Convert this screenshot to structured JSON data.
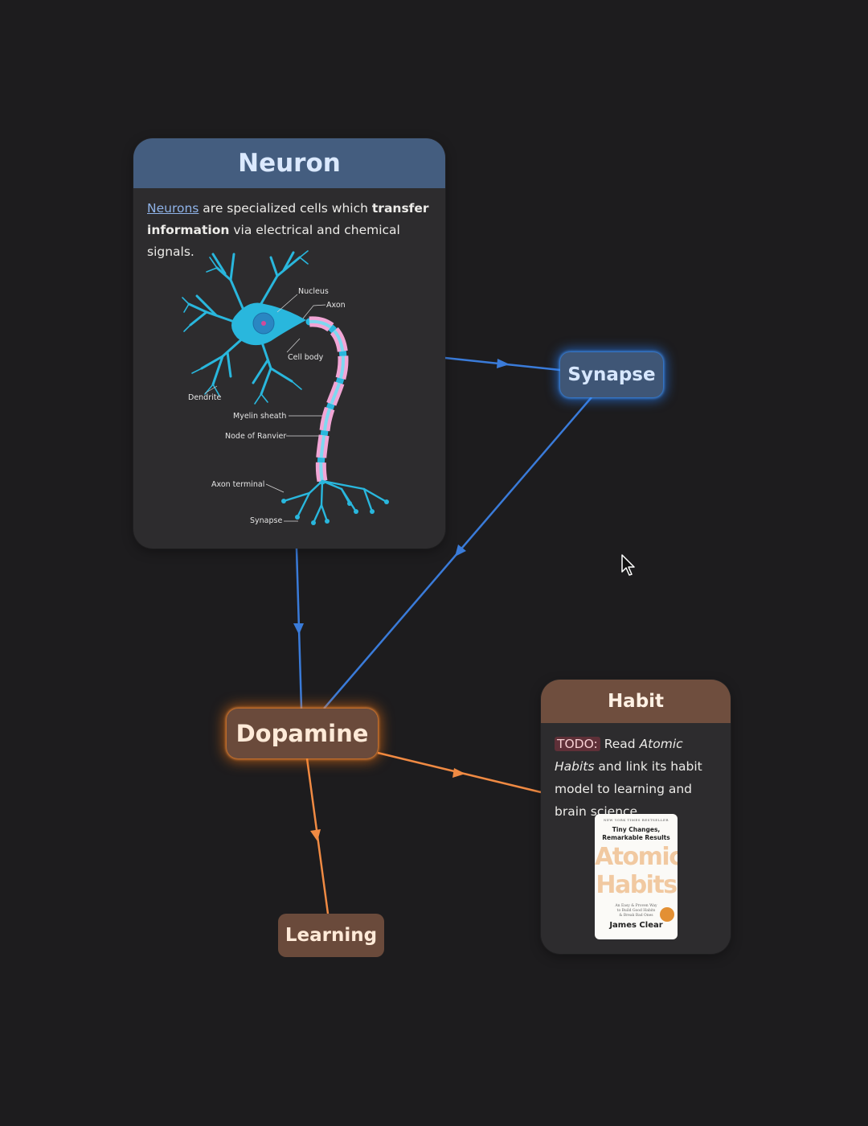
{
  "nodes": {
    "neuron": {
      "title": "Neuron",
      "link_text": "Neurons",
      "text_1": " are specialized cells which ",
      "bold_1": "transfer information",
      "text_2": " via electrical and chemical signals."
    },
    "synapse": {
      "label": "Synapse"
    },
    "dopamine": {
      "label": "Dopamine"
    },
    "learning": {
      "label": "Learning"
    },
    "habit": {
      "title": "Habit",
      "todo": "TODO:",
      "text_1": " Read ",
      "italic": "Atomic Habits",
      "text_2": " and link its habit model to learning and brain science."
    }
  },
  "diagram_labels": {
    "nucleus": "Nucleus",
    "axon": "Axon",
    "cell_body": "Cell body",
    "dendrite": "Dendrite",
    "myelin_sheath": "Myelin sheath",
    "node_of_ranvier": "Node of Ranvier",
    "axon_terminal": "Axon terminal",
    "synapse": "Synapse"
  },
  "book": {
    "top_line": "NEW YORK TIMES BESTSELLER",
    "tagline_1": "Tiny Changes,",
    "tagline_2": "Remarkable Results",
    "title_1": "Atomic",
    "title_2": "Habits",
    "subtitle_1": "An Easy & Proven Way",
    "subtitle_2": "to Build Good Habits",
    "subtitle_3": "& Break Bad Ones",
    "author": "James Clear"
  },
  "colors": {
    "background": "#1d1c1e",
    "blue_edge": "#3a7bd9",
    "orange_edge": "#f08a43",
    "neuron_header": "#445d7f",
    "habit_header": "#6f4e3e",
    "neuron_cyan": "#29b7dd",
    "myelin_pink": "#f2a6d6"
  },
  "icons": {
    "cursor": "mouse-pointer-icon"
  }
}
